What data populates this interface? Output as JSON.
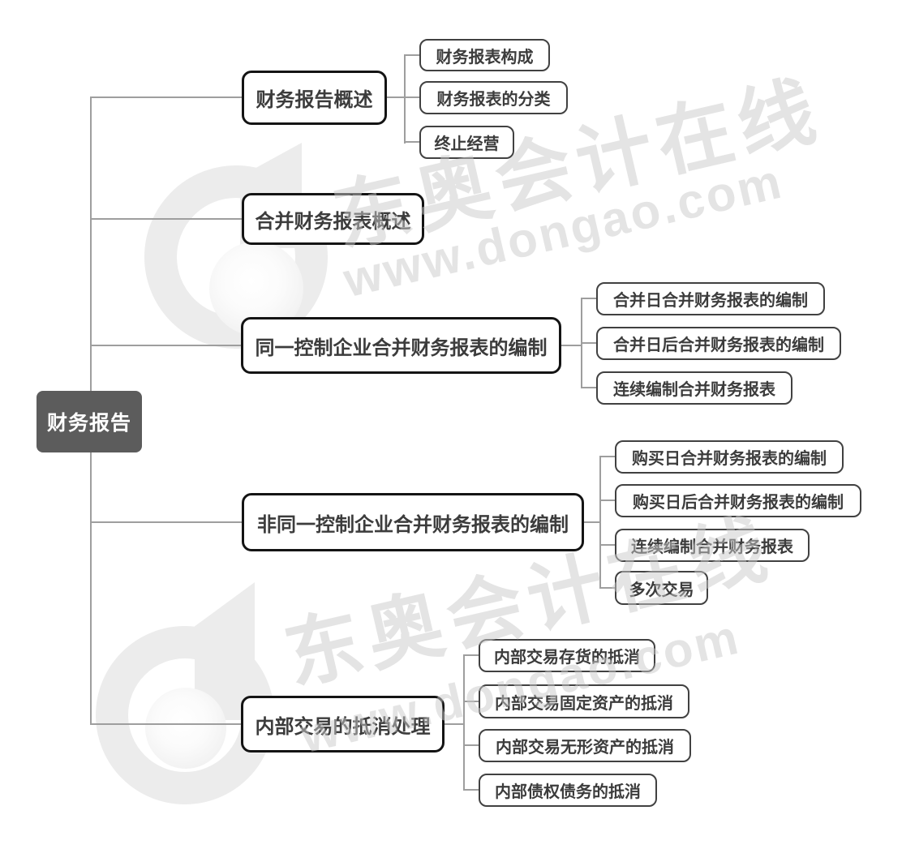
{
  "mindmap": {
    "root": {
      "label": "财务报告"
    },
    "branches": [
      {
        "label": "财务报告概述",
        "children": [
          {
            "label": "财务报表构成"
          },
          {
            "label": "财务报表的分类"
          },
          {
            "label": "终止经营"
          }
        ]
      },
      {
        "label": "合并财务报表概述",
        "children": []
      },
      {
        "label": "同一控制企业合并财务报表的编制",
        "children": [
          {
            "label": "合并日合并财务报表的编制"
          },
          {
            "label": "合并日后合并财务报表的编制"
          },
          {
            "label": "连续编制合并财务报表"
          }
        ]
      },
      {
        "label": "非同一控制企业合并财务报表的编制",
        "children": [
          {
            "label": "购买日合并财务报表的编制"
          },
          {
            "label": "购买日后合并财务报表的编制"
          },
          {
            "label": "连续编制合并财务报表"
          },
          {
            "label": "多次交易"
          }
        ]
      },
      {
        "label": "内部交易的抵消处理",
        "children": [
          {
            "label": "内部交易存货的抵消"
          },
          {
            "label": "内部交易固定资产的抵消"
          },
          {
            "label": "内部交易无形资产的抵消"
          },
          {
            "label": "内部债权债务的抵消"
          }
        ]
      }
    ]
  },
  "watermark": {
    "brand_text": "东奥会计在线",
    "site_text": "www.dongao.com"
  },
  "colors": {
    "root_fill": "#5c5c5c",
    "root_text": "#ffffff",
    "node_text": "#3c3c3c",
    "branch_border": "#141414",
    "leaf_border": "#414141",
    "connector": "#9e9e9e",
    "watermark_gray": "#e4e4e4"
  }
}
